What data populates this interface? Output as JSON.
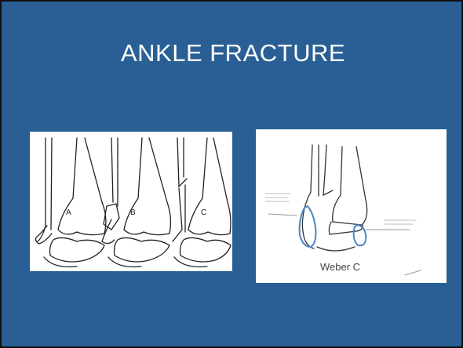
{
  "slide": {
    "title": "ANKLE FRACTURE",
    "background_color": "#2a5f95"
  },
  "left_figure": {
    "labels": [
      "A",
      "B",
      "C"
    ]
  },
  "right_figure": {
    "caption": "Weber C",
    "annotation_color": "#4a86c5"
  }
}
